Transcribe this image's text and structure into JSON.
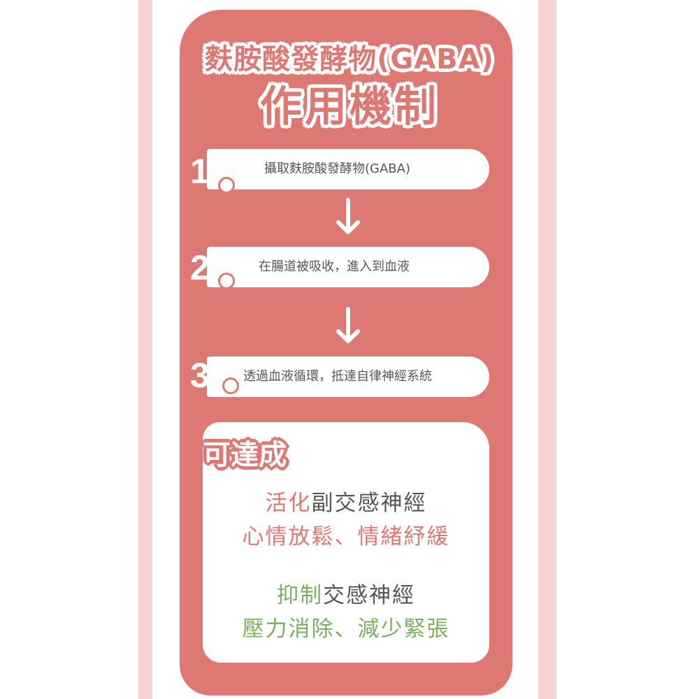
{
  "colors": {
    "card_bg": "#dd7872",
    "side_strip": "#f5d3d3",
    "text_gray": "#555555",
    "accent_red": "#dd7872",
    "accent_green": "#7ab05e"
  },
  "header": {
    "title_line1": "麩胺酸發酵物(GABA)",
    "title_line2": "作用機制"
  },
  "steps": [
    {
      "number": "1",
      "text": "攝取麩胺酸發酵物(GABA)"
    },
    {
      "number": "2",
      "text": "在腸道被吸收，進入到血液"
    },
    {
      "number": "3",
      "text": "透過血液循環，抵達自律神經系統"
    }
  ],
  "arrow_icon": "down-arrow-icon",
  "results": {
    "badge": "可達成",
    "parasympathetic": {
      "verb": "活化",
      "target": "副交感神經",
      "effect": "心情放鬆、情緒紓緩"
    },
    "sympathetic": {
      "verb": "抑制",
      "target": "交感神經",
      "effect": "壓力消除、減少緊張"
    }
  }
}
